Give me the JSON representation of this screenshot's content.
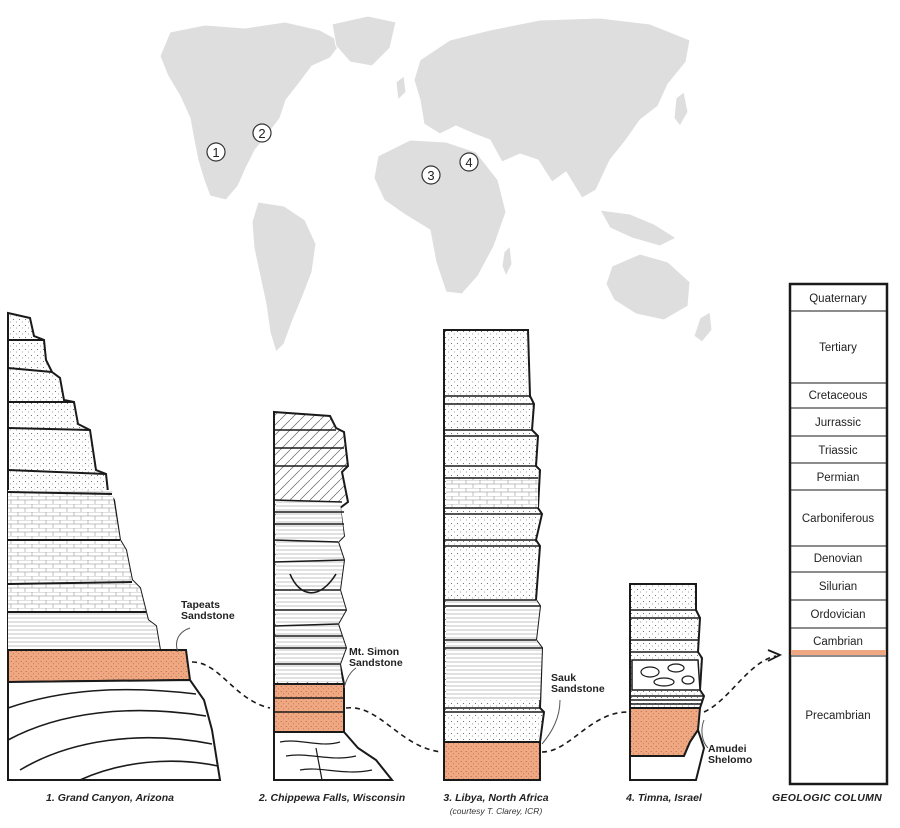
{
  "map": {
    "markers": [
      {
        "id": "1",
        "label": "1"
      },
      {
        "id": "2",
        "label": "2"
      },
      {
        "id": "3",
        "label": "3"
      },
      {
        "id": "4",
        "label": "4"
      }
    ]
  },
  "columns": [
    {
      "caption": "1. Grand Canyon, Arizona",
      "annotation": "Tapeats\nSandstone"
    },
    {
      "caption": "2. Chippewa Falls, Wisconsin",
      "annotation": "Mt. Simon\nSandstone"
    },
    {
      "caption": "3. Libya, North Africa",
      "subcaption": "(courtesy T. Clarey, ICR)",
      "annotation": "Sauk\nSandstone"
    },
    {
      "caption": "4. Timna, Israel",
      "annotation": "Amudei\nShelomo"
    }
  ],
  "geologic_column": {
    "caption": "GEOLOGIC COLUMN",
    "periods": [
      "Quaternary",
      "Tertiary",
      "Cretaceous",
      "Jurrassic",
      "Triassic",
      "Permian",
      "Carboniferous",
      "Denovian",
      "Silurian",
      "Ordovician",
      "Cambrian",
      "Precambrian"
    ]
  },
  "colors": {
    "sandstone": "#f0a882",
    "land": "#dedede",
    "ink": "#1a1a1a"
  }
}
